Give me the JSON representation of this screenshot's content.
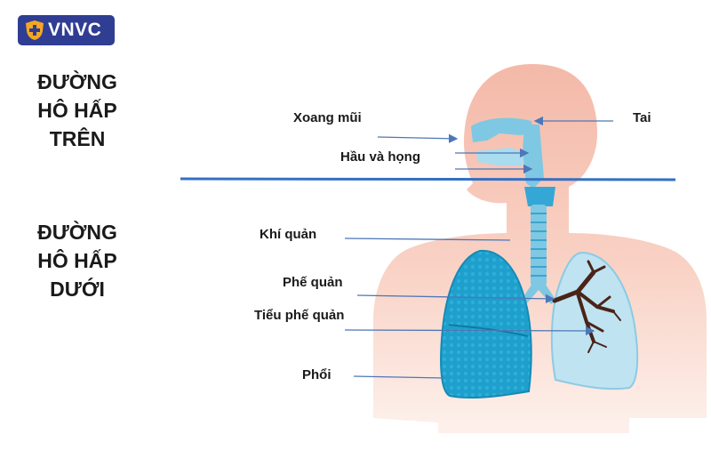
{
  "logo": {
    "text": "VNVC"
  },
  "upper_tract": {
    "lines": [
      "ĐƯỜNG",
      "HÔ HẤP",
      "TRÊN"
    ]
  },
  "lower_tract": {
    "lines": [
      "ĐƯỜNG",
      "HÔ HẤP",
      "DƯỚI"
    ]
  },
  "labels": {
    "sinus": "Xoang mũi",
    "ear": "Tai",
    "pharynx": "Hầu và họng",
    "trachea": "Khí quản",
    "bronchi": "Phế quản",
    "bronchioles": "Tiểu phế quản",
    "lungs": "Phổi"
  },
  "colors": {
    "logo_bg": "#2f3d93",
    "shield": "#f5a623",
    "body_skin": "#f6c3b3",
    "airway_blue": "#7fc8e3",
    "lung_dark": "#1b9bc9",
    "lung_light": "#bfe3f1",
    "bronchi_dark": "#4a2418",
    "divider": "#3370c4",
    "arrow": "#4d77b7"
  }
}
